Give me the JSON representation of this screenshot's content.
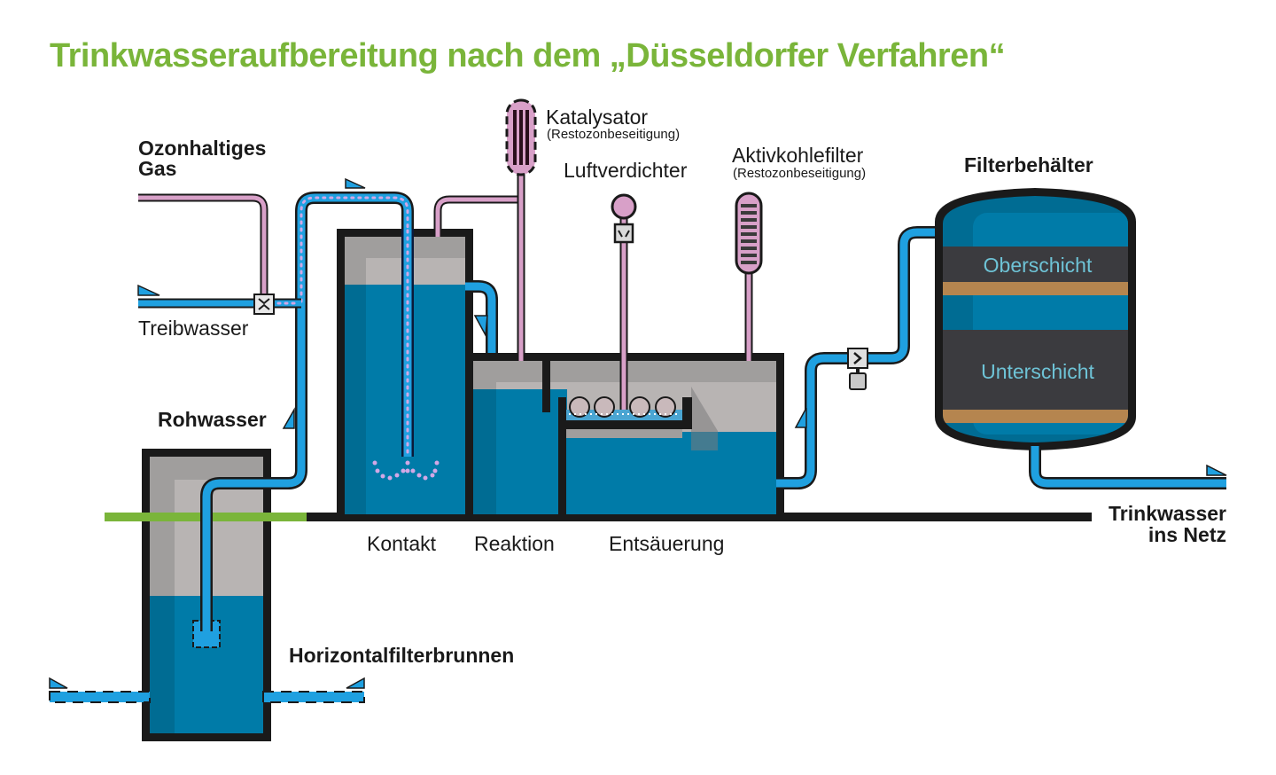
{
  "title": "Trinkwasseraufbereitung nach dem „Düsseldorfer Verfahren“",
  "labels": {
    "ozone_gas_line1": "Ozonhaltiges",
    "ozone_gas_line2": "Gas",
    "treibwasser": "Treibwasser",
    "rohwasser": "Rohwasser",
    "catalyst": "Katalysator",
    "catalyst_sub": "(Restozonbeseitigung)",
    "compressor": "Luftverdichter",
    "carbon_filter": "Aktivkohlefilter",
    "carbon_filter_sub": "(Restozonbeseitigung)",
    "filter_vessel": "Filterbehälter",
    "upper_layer": "Oberschicht",
    "lower_layer": "Unterschicht",
    "stage_contact": "Kontakt",
    "stage_reaction": "Reaktion",
    "stage_deacidification": "Entsäuerung",
    "output_line1": "Trinkwasser",
    "output_line2": "ins Netz",
    "well": "Horizontalfilterbrunnen"
  },
  "colors": {
    "title_green": "#7ab53a",
    "water": "#007ba8",
    "pipe_blue": "#1fa0e0",
    "ozone_pink": "#d8a0c8",
    "outline": "#1a1a1a",
    "air_gray": "#a09e9d",
    "filter_dark": "#3b3b3f",
    "gravel_brown": "#b5854f",
    "ground_green": "#7ab53a"
  }
}
